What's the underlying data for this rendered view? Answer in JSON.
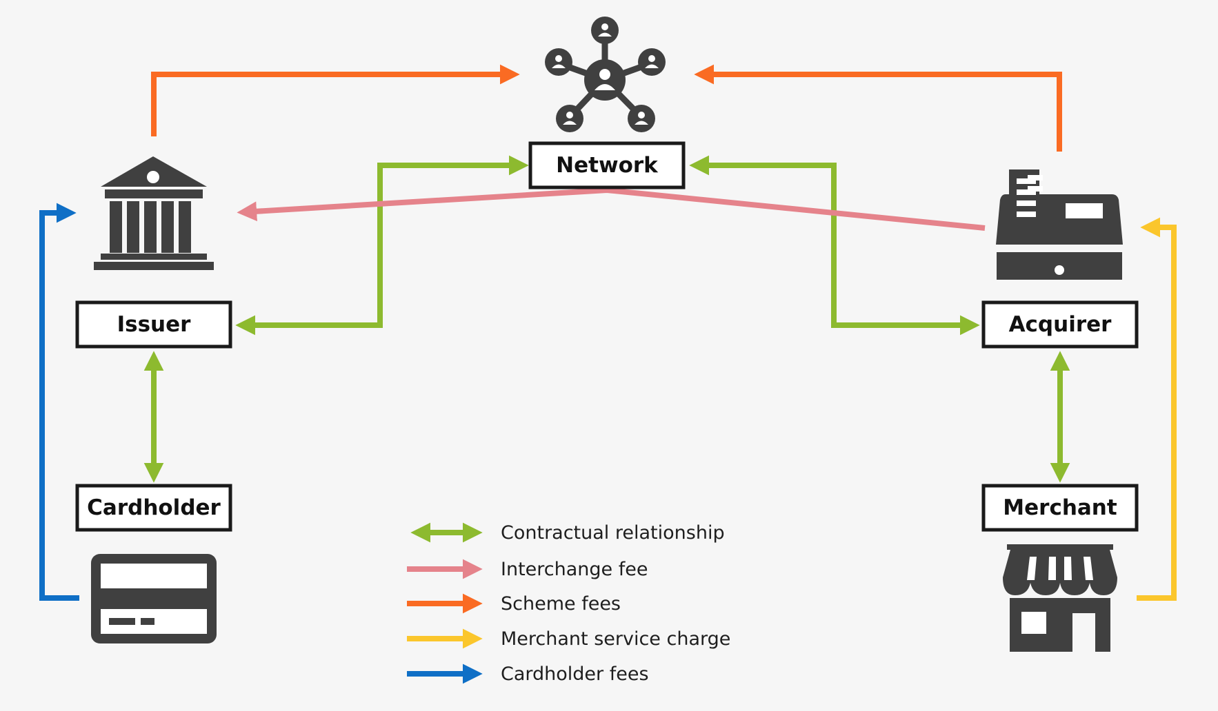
{
  "colors": {
    "background": "#f6f6f6",
    "contractual": "#8dba2f",
    "interchange": "#e5838b",
    "scheme": "#fa6b23",
    "merchant_service": "#fbc62c",
    "cardholder_fees": "#0f6fc6",
    "icon": "#404040",
    "box_border": "#1a1a1a"
  },
  "nodes": {
    "network": "Network",
    "issuer": "Issuer",
    "acquirer": "Acquirer",
    "cardholder": "Cardholder",
    "merchant": "Merchant"
  },
  "icons": {
    "network": "network-people-icon",
    "issuer": "bank-icon",
    "acquirer": "cash-register-icon",
    "cardholder": "credit-card-icon",
    "merchant": "storefront-icon"
  },
  "legend": [
    {
      "key": "contractual",
      "label": "Contractual relationship",
      "style": "double-arrow"
    },
    {
      "key": "interchange",
      "label": "Interchange fee",
      "style": "arrow"
    },
    {
      "key": "scheme",
      "label": "Scheme fees",
      "style": "arrow"
    },
    {
      "key": "merchant_service",
      "label": "Merchant service charge",
      "style": "arrow"
    },
    {
      "key": "cardholder_fees",
      "label": "Cardholder fees",
      "style": "arrow"
    }
  ],
  "flows": [
    {
      "type": "scheme",
      "from": "Issuer",
      "to": "Network"
    },
    {
      "type": "scheme",
      "from": "Acquirer",
      "to": "Network"
    },
    {
      "type": "contractual",
      "between": [
        "Network",
        "Issuer"
      ]
    },
    {
      "type": "contractual",
      "between": [
        "Network",
        "Acquirer"
      ]
    },
    {
      "type": "contractual",
      "between": [
        "Issuer",
        "Cardholder"
      ]
    },
    {
      "type": "contractual",
      "between": [
        "Acquirer",
        "Merchant"
      ]
    },
    {
      "type": "interchange",
      "from": "Acquirer",
      "to": "Issuer"
    },
    {
      "type": "cardholder_fees",
      "from": "Cardholder",
      "to": "Issuer"
    },
    {
      "type": "merchant_service",
      "from": "Merchant",
      "to": "Acquirer"
    }
  ]
}
